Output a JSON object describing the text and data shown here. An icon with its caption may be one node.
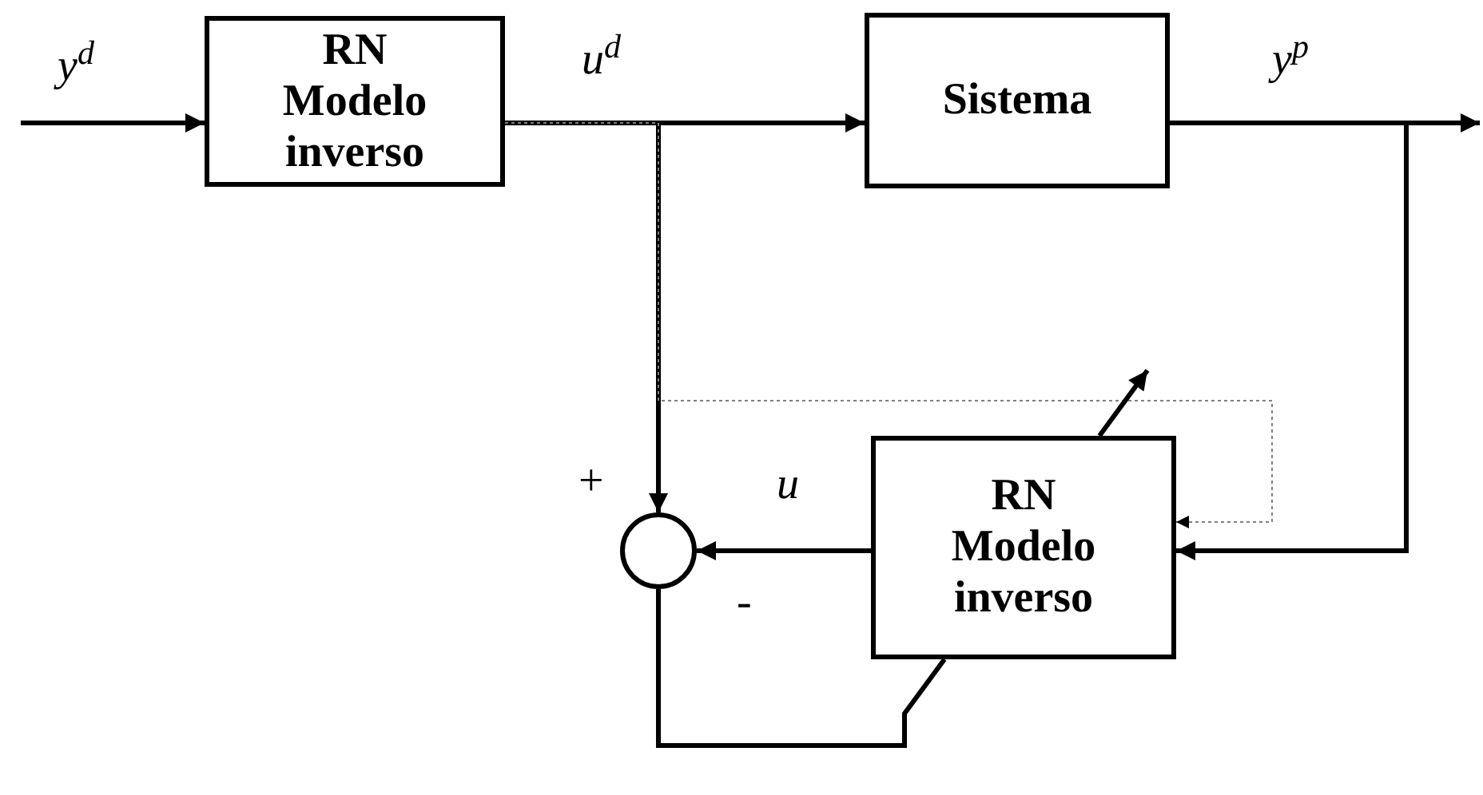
{
  "diagram": {
    "nodes": [
      {
        "text": [
          "RN Modelo inverso"
        ]
      },
      {
        "text": [
          "Sistema"
        ]
      },
      {
        "text": [],
        "shape": "circle"
      },
      {
        "text": [
          "RN Modelo inverso"
        ]
      }
    ],
    "edges": [
      {
        "from": null,
        "to": 0,
        "arrow": "to",
        "label": "y$^{d}$"
      },
      {
        "from": 0,
        "to": 1,
        "arrow": "to",
        "label": "u$^{d}$"
      },
      {
        "from": 1,
        "to": null,
        "arrow": "to",
        "label": "y$^{p}$"
      },
      {
        "from": 0,
        "to": 2,
        "arrow": "to"
      },
      {
        "from": 1,
        "to": 3,
        "arrow": "to"
      },
      {
        "from": 0,
        "to": 3,
        "arrow": "to",
        "style": "dashed",
        "color": "#808080"
      },
      {
        "from": 3,
        "to": 2,
        "arrow": "to",
        "label": "u"
      },
      {
        "from": 2,
        "to": 3,
        "arrow": "none"
      },
      {
        "from": 3,
        "to": null,
        "arrow": "to"
      }
    ],
    "labels": [
      "+",
      "-"
    ]
  }
}
